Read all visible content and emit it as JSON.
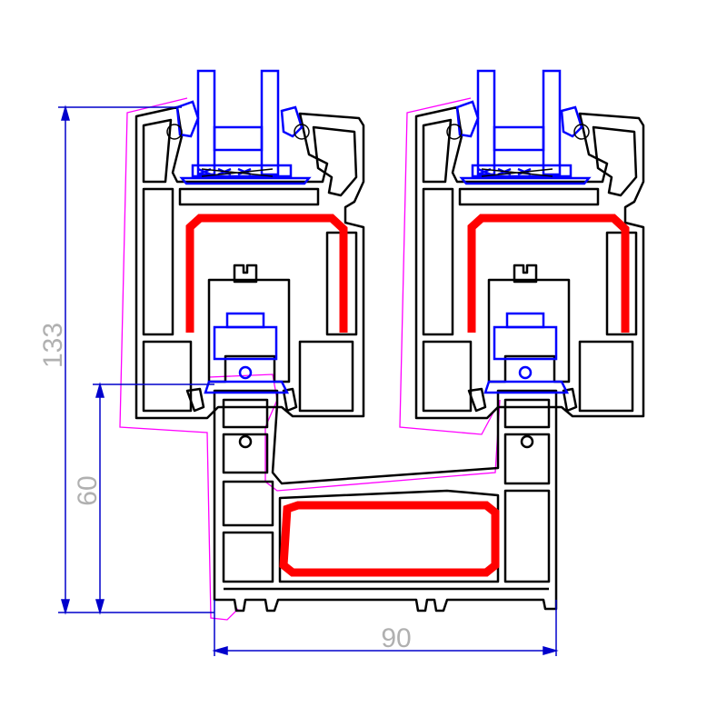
{
  "dimensions": {
    "total_height": "133",
    "frame_height": "60",
    "width": "90"
  },
  "colors": {
    "profile": "#000000",
    "reinforcement": "#ff0000",
    "gasket": "#0000ff",
    "dimension_line": "#0000cc",
    "dimension_text": "#b0b0b0",
    "contour": "#ff00ff"
  }
}
